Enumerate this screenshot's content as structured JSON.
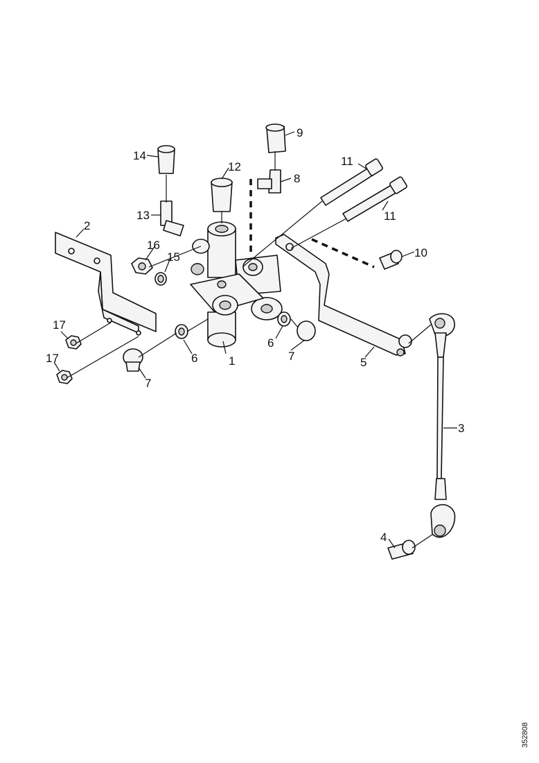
{
  "diagram": {
    "reference_code": "352808",
    "callouts": {
      "c1": "1",
      "c2": "2",
      "c3": "3",
      "c4": "4",
      "c5": "5",
      "c6a": "6",
      "c6b": "6",
      "c7a": "7",
      "c7b": "7",
      "c8": "8",
      "c9": "9",
      "c10": "10",
      "c11a": "11",
      "c11b": "11",
      "c12": "12",
      "c13": "13",
      "c14": "14",
      "c15": "15",
      "c16": "16",
      "c17a": "17",
      "c17b": "17"
    }
  }
}
